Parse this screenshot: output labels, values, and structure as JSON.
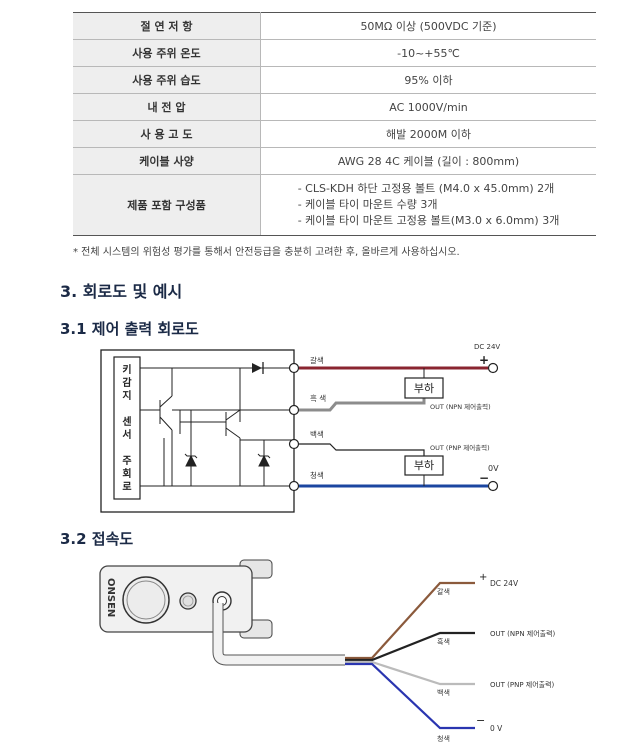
{
  "spec_table": {
    "rows": [
      {
        "label": "절 연 저 항",
        "value": "50MΩ 이상 (500VDC 기준)"
      },
      {
        "label": "사용 주위 온도",
        "value": "-10~+55℃"
      },
      {
        "label": "사용 주위 습도",
        "value": "95% 이하"
      },
      {
        "label": "내 전 압",
        "value": "AC 1000V/min"
      },
      {
        "label": "사 용 고 도",
        "value": "해발 2000M 이하"
      },
      {
        "label": "케이블 사양",
        "value": "AWG 28 4C 케이블 (길이 : 800mm)"
      }
    ],
    "components": {
      "label": "제품 포함 구성품",
      "lines": [
        "- CLS-KDH 하단 고정용 볼트 (M4.0 x 45.0mm) 2개",
        "- 케이블 타이 마운트 수량 3개",
        "- 케이블 타이 마운트 고정용 볼트(M3.0 x 6.0mm) 3개"
      ]
    }
  },
  "note": "* 전체 시스템의 위험성 평가를 통해서 안전등급을 충분히 고려한 후, 올바르게 사용하십시오.",
  "section_title": "3. 회로도 및 예시",
  "circuit": {
    "title": "3.1 제어 출력 회로도",
    "sensor_label": [
      "키",
      "감",
      "지",
      "센",
      "서",
      "주",
      "회",
      "로"
    ],
    "dc_label": "DC 24V",
    "plus": "+",
    "minus": "−",
    "zero_v": "0V",
    "wire_brown": "갈색",
    "wire_black": "흑 색",
    "wire_white": "백색",
    "wire_blue": "청색",
    "load1": "부하",
    "load2": "부하",
    "out_npn": "OUT (NPN 제어출력)",
    "out_pnp": "OUT (PNP 제어출력)"
  },
  "wiring": {
    "title": "3.2 접속도",
    "brand": "ONSEN",
    "plus": "+",
    "minus": "−",
    "dc": "DC 24V",
    "npn": "OUT (NPN 제어출력)",
    "pnp": "OUT (PNP 제어출력)",
    "zero": "0 V",
    "brown": "갈색",
    "black": "흑색",
    "white": "백색",
    "blue": "청색"
  },
  "colors": {
    "brown": "#8a2530",
    "gray_wire": "#8c8c8c",
    "blue": "#1b46a0",
    "heading": "#1b2a46",
    "brown_photo": "#8b5a3c",
    "blue_photo": "#2a35b0"
  }
}
